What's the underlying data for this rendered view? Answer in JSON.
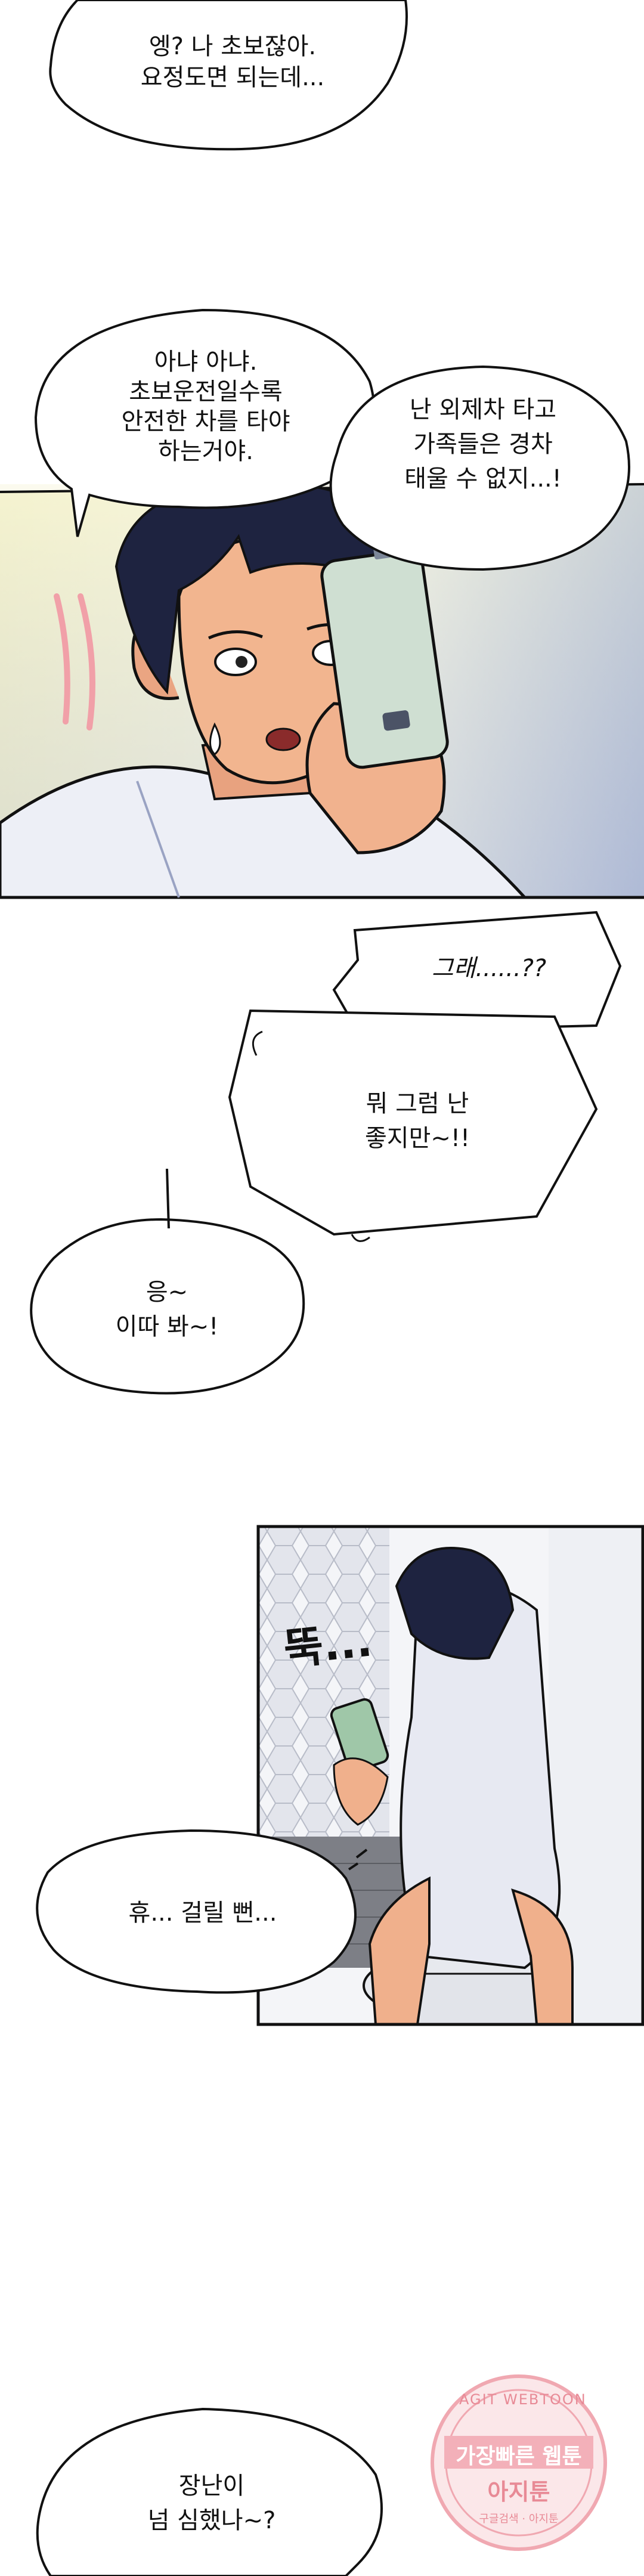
{
  "bubbles": {
    "b1": "엥? 나 초보잖아.\n요정도면 되는데...",
    "b2": "아냐 아냐.\n초보운전일수록\n안전한 차를 타야\n하는거야.",
    "b3": "난 외제차 타고\n가족들은 경차\n태울 수 없지...!",
    "b4": "그래......??",
    "b5": "뭐 그럼 난\n좋지만~!!",
    "b6": "응~\n이따 봐~!",
    "b7": "휴... 걸릴 뻔...",
    "b8": "장난이\n넘 심했나~?"
  },
  "sfx": {
    "ttuk": "뚝..."
  },
  "watermark": {
    "arc": "AGIT WEBTOON",
    "line1": "가장빠른 웹툰",
    "line2": "아지툰",
    "small": "구글검색 · 아지툰"
  },
  "colors": {
    "ink": "#111111",
    "skin": "#f0b08c",
    "hair": "#1e2340",
    "shirt": "#eceef5",
    "phone": "#c9d9cc",
    "bg_glow": "#f3f1c8",
    "tile": "#d9dbe3",
    "watermark": "#e88a96"
  }
}
